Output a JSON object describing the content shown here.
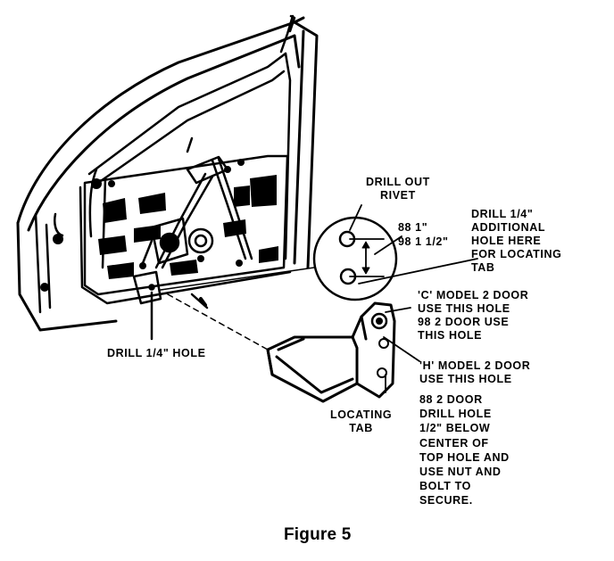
{
  "figure": {
    "caption": "Figure 5"
  },
  "labels": {
    "drill_out_rivet": "DRILL OUT\nRIVET",
    "dim_88": "88 1\"",
    "dim_98": "98 1 1/2\"",
    "drill_additional": "DRILL 1/4\"\nADDITIONAL\nHOLE HERE\nFOR LOCATING\nTAB",
    "c_model": "'C' MODEL 2 DOOR\nUSE THIS HOLE\n98 2 DOOR USE\nTHIS HOLE",
    "h_model": "'H' MODEL 2 DOOR\nUSE THIS HOLE",
    "drill_88": "88 2 DOOR\nDRILL HOLE\n1/2\" BELOW\nCENTER OF\nTOP HOLE AND\nUSE NUT AND\nBOLT TO\nSECURE.",
    "drill_hole": "DRILL 1/4\" HOLE",
    "locating_tab": "LOCATING\nTAB"
  },
  "colors": {
    "ink": "#000000",
    "paper": "#ffffff"
  }
}
